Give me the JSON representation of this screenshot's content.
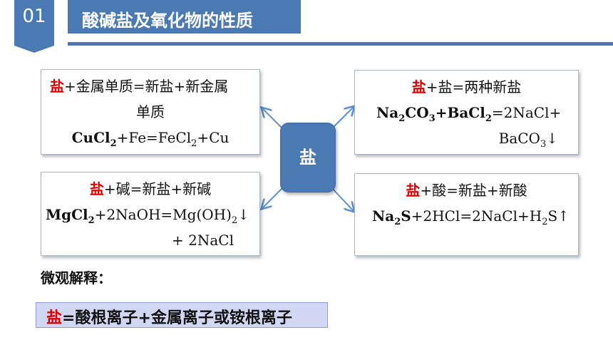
{
  "header": {
    "number": "01",
    "title": "酸碱盐及氧化物的性质"
  },
  "center_node": {
    "label": "盐"
  },
  "boxes": {
    "top_left": {
      "rule_key": "盐",
      "rule_rest": "+金属单质=新盐+新金属",
      "rule_line2": "单质",
      "eq": [
        "CuCl",
        "2",
        "+Fe=FeCl",
        "2",
        "+Cu"
      ]
    },
    "top_right": {
      "rule_key": "盐",
      "rule_rest": "+盐=两种新盐",
      "eq": [
        "Na",
        "2",
        "CO",
        "3",
        "+BaCl",
        "2",
        "=2NaCl+"
      ],
      "eq_line2": [
        "BaCO",
        "3",
        "↓"
      ]
    },
    "bottom_left": {
      "rule_key": "盐",
      "rule_rest": "+碱=新盐+新碱",
      "eq": [
        "MgCl",
        "2",
        "+2NaOH=Mg(OH)",
        "2",
        "↓"
      ],
      "eq_line2": "+ 2NaCl"
    },
    "bottom_right": {
      "rule_key": "盐",
      "rule_rest": "+酸=新盐+新酸",
      "eq": [
        "Na",
        "2",
        "S",
        "+2HCl=2NaCl+H",
        "2",
        "S↑"
      ]
    }
  },
  "micro": {
    "label": "微观解释：",
    "summary_key": "盐",
    "summary_rest": "=酸根离子+金属离子或铵根离子"
  },
  "colors": {
    "accent_blue": "#4a79b4",
    "key_red": "#e00000",
    "summary_bg": "#d2d7f3"
  }
}
